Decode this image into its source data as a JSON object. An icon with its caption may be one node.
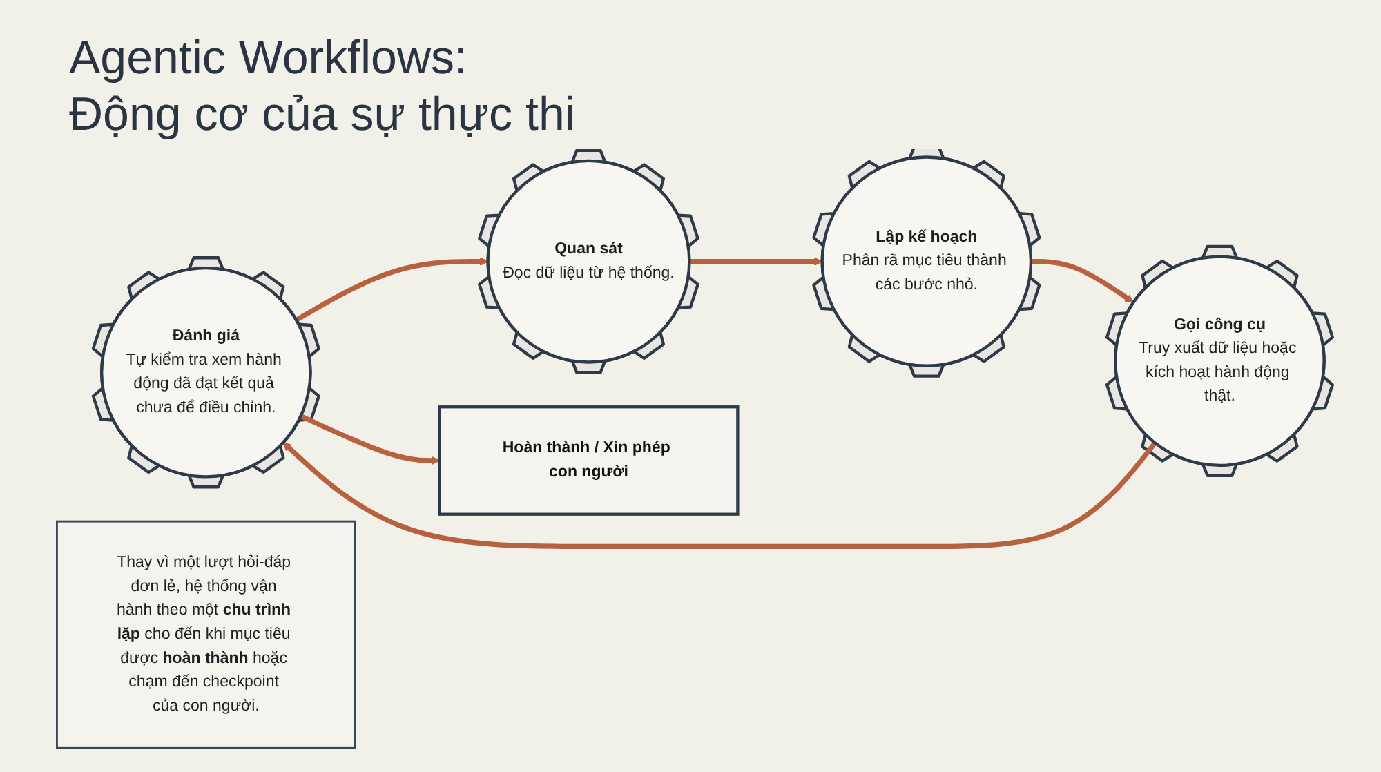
{
  "diagram": {
    "title": "Agentic Workflows: Động cơ của sự thực thi",
    "nodes": [
      {
        "text": [
          "Thay vì một lượt hỏi-đáp đơn lẻ, hệ thống vận hành theo một **chu trình lặp** cho đến khi mục tiêu được **hoàn thành** hoặc chạm đến checkpoint của con người."
        ]
      },
      {
        "text": [
          "Đánh giá",
          "Tự kiểm tra xem hành động đã đạt kết quả chưa để điều chỉnh."
        ]
      },
      {
        "text": [
          "Quan sát",
          "Đọc dữ liệu từ hệ thống."
        ]
      },
      {
        "text": [
          "Lập kế hoạch",
          "Phân rã mục tiêu thành các bước nhỏ."
        ]
      },
      {
        "text": [
          "Gọi công cụ",
          "Truy xuất dữ liệu hoặc kích hoạt hành động thật."
        ]
      },
      {
        "text": [
          "Hoàn thành / Xin phép con người"
        ]
      }
    ],
    "edges": [
      {
        "from": 1,
        "to": 2,
        "arrow": "to"
      },
      {
        "from": 2,
        "to": 3,
        "arrow": "to"
      },
      {
        "from": 3,
        "to": 4,
        "arrow": "to"
      },
      {
        "from": 4,
        "to": 1,
        "arrow": "to"
      },
      {
        "from": 1,
        "to": 5,
        "arrow": "to"
      }
    ]
  }
}
